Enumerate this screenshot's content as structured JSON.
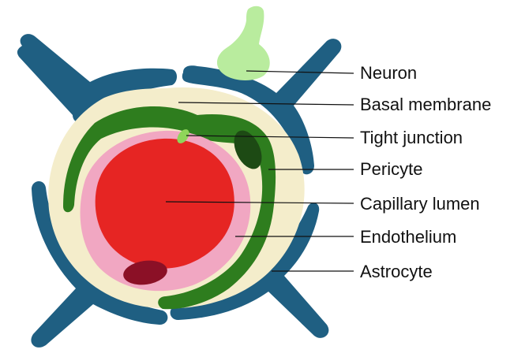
{
  "labels": {
    "neuron": "Neuron",
    "basal_membrane": "Basal membrane",
    "tight_junction": "Tight junction",
    "pericyte": "Pericyte",
    "capillary_lumen": "Capillary lumen",
    "endothelium": "Endothelium",
    "astrocyte": "Astrocyte"
  },
  "colors": {
    "astrocyte": "#1f5f82",
    "astrocyte_dark": "#184b68",
    "basal_membrane": "#f4edcb",
    "pericyte": "#2e7d1e",
    "pericyte_nucleus": "#1d4a14",
    "endothelium": "#f1a7c2",
    "capillary_lumen": "#e62523",
    "red_cell_nucleus": "#8b1026",
    "tight_junction": "#8fd55a",
    "neuron": "#b9ec9e"
  }
}
